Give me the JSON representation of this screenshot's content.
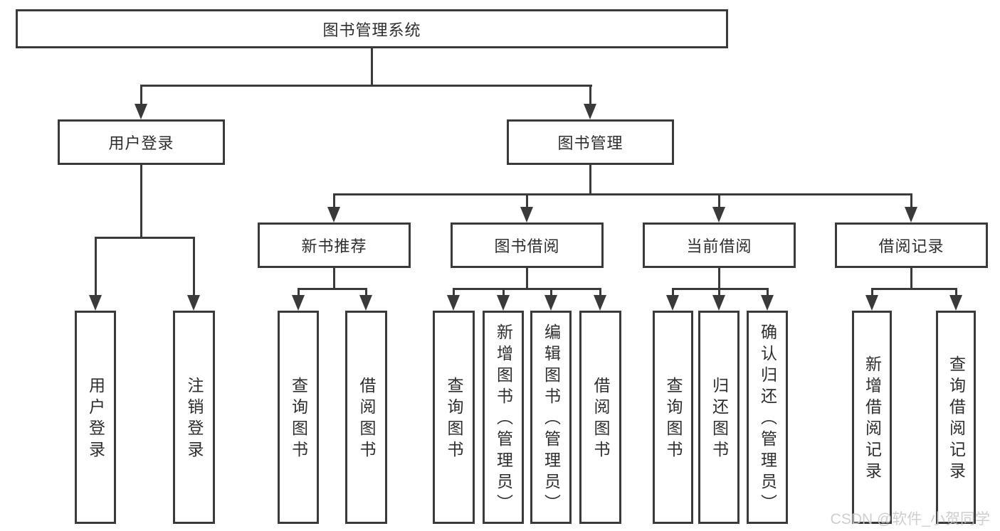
{
  "root": {
    "label": "图书管理系统"
  },
  "branches": [
    {
      "label": "用户登录",
      "children": [
        {
          "label": "用户登录"
        },
        {
          "label": "注销登录"
        }
      ]
    },
    {
      "label": "图书管理",
      "children": [
        {
          "label": "新书推荐",
          "children": [
            {
              "label": "查询图书"
            },
            {
              "label": "借阅图书"
            }
          ]
        },
        {
          "label": "图书借阅",
          "children": [
            {
              "label": "查询图书"
            },
            {
              "label": "新增图书（管理员）"
            },
            {
              "label": "编辑图书（管理员）"
            },
            {
              "label": "借阅图书"
            }
          ]
        },
        {
          "label": "当前借阅",
          "children": [
            {
              "label": "查询图书"
            },
            {
              "label": "归还图书"
            },
            {
              "label": "确认归还（管理员）"
            }
          ]
        },
        {
          "label": "借阅记录",
          "children": [
            {
              "label": "新增借阅记录"
            },
            {
              "label": "查询借阅记录"
            }
          ]
        }
      ]
    }
  ],
  "watermark": "CSDN @软件_小贺同学",
  "colors": {
    "line": "#3a3a3a",
    "text": "#2e2e2e",
    "watermark": "#c9c9c9",
    "background": "#ffffff"
  }
}
